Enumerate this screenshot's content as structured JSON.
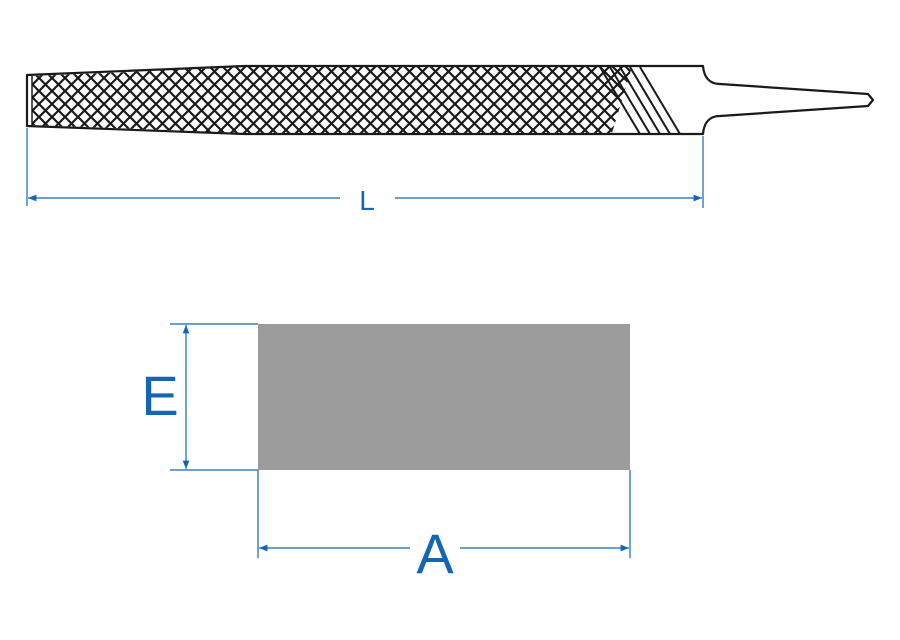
{
  "labels": {
    "length": "L",
    "thickness": "E",
    "width": "A"
  },
  "colors": {
    "outline": "#1a1a1a",
    "dimension": "#1565b5",
    "section_fill": "#9c9c9c"
  }
}
